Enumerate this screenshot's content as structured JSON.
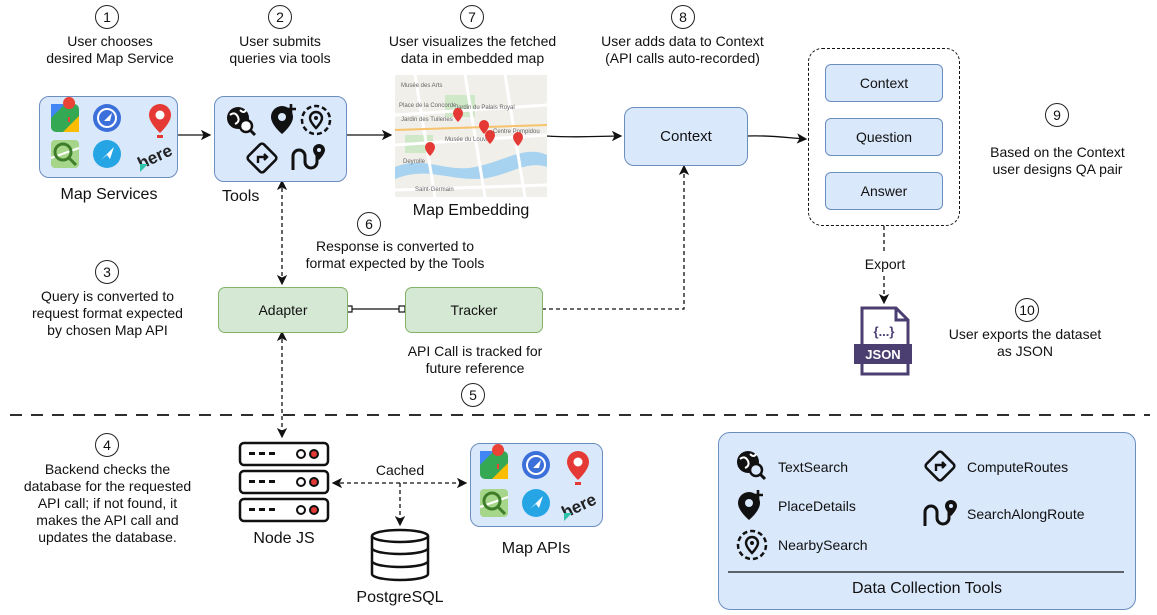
{
  "steps": {
    "s1": {
      "num": "1",
      "text": "User chooses\ndesired Map Service"
    },
    "s2": {
      "num": "2",
      "text": "User submits\nqueries via tools"
    },
    "s3": {
      "num": "3",
      "text": "Query is converted to\nrequest format expected\nby chosen Map API"
    },
    "s4": {
      "num": "4",
      "text": "Backend checks the\ndatabase for the requested\nAPI call; if not found, it\nmakes the API call and\nupdates the database."
    },
    "s5": {
      "num": "5",
      "text": "API Call is tracked for\nfuture reference"
    },
    "s6": {
      "num": "6",
      "text": "Response is converted to\nformat expected by the Tools"
    },
    "s7": {
      "num": "7",
      "text": "User visualizes the fetched\ndata in embedded map"
    },
    "s8": {
      "num": "8",
      "text": "User adds data to Context\n(API calls auto-recorded)"
    },
    "s9": {
      "num": "9",
      "text": "Based on the Context\nuser designs QA pair"
    },
    "s10": {
      "num": "10",
      "text": "User exports the dataset\nas JSON"
    }
  },
  "nodes": {
    "map_services": "Map Services",
    "tools": "Tools",
    "map_embedding": "Map Embedding",
    "context": "Context",
    "adapter": "Adapter",
    "tracker": "Tracker",
    "node_js": "Node JS",
    "postgresql": "PostgreSQL",
    "map_apis": "Map APIs",
    "cached": "Cached",
    "export": "Export",
    "json": "JSON",
    "json_braces": "{...}"
  },
  "qa_panel": {
    "context": "Context",
    "question": "Question",
    "answer": "Answer"
  },
  "map_labels": {
    "poi1": "Musée des Arts",
    "poi2": "Jardin du Palais Royal",
    "poi3": "Place de la Concorde",
    "poi4": "Musée du Louvre",
    "poi5": "Centre Pompidou",
    "poi6": "Deyrolle",
    "poi7": "Saint-Germain",
    "poi8": "Jardin des Tuileries"
  },
  "legend": {
    "title": "Data Collection Tools",
    "items": [
      "TextSearch",
      "ComputeRoutes",
      "PlaceDetails",
      "SearchAlongRoute",
      "NearbySearch"
    ]
  },
  "service_brands": {
    "here": "here"
  },
  "colors": {
    "blue_fill": "#dae8fc",
    "blue_stroke": "#6c8ebf",
    "green_fill": "#d5e8d4",
    "green_stroke": "#82b366",
    "json_purple": "#4b3f72"
  }
}
